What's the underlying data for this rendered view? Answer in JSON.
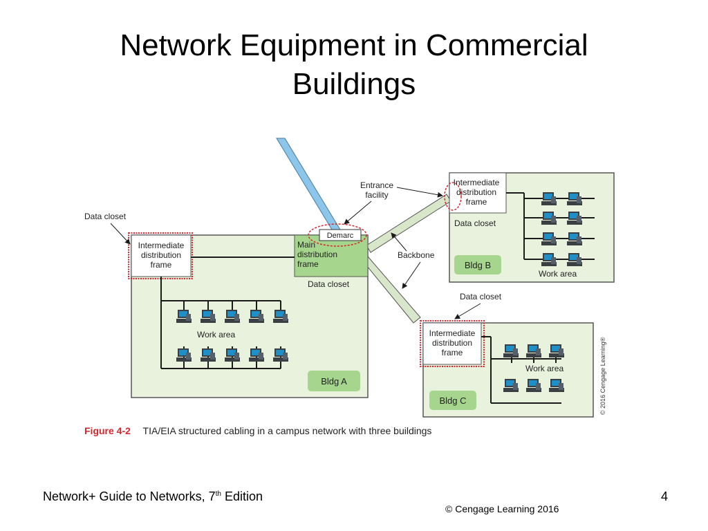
{
  "title": {
    "line1": "Network Equipment in Commercial",
    "line2": "Buildings"
  },
  "diagram": {
    "buildings": [
      {
        "name": "Bldg A"
      },
      {
        "name": "Bldg B"
      },
      {
        "name": "Bldg C"
      }
    ],
    "labels": {
      "data_closet": "Data closet",
      "idf_line1": "Intermediate",
      "idf_line2": "distribution",
      "idf_line3": "frame",
      "mdf_line1": "Main",
      "mdf_line2": "distribution",
      "mdf_line3": "frame",
      "demarc": "Demarc",
      "entrance_line1": "Entrance",
      "entrance_line2": "facility",
      "backbone": "Backbone",
      "work_area": "Work area"
    },
    "caption": {
      "figure_number": "Figure 4-2",
      "text": "TIA/EIA structured cabling in a campus network with three buildings"
    },
    "credit": "© 2016 Cengage Learning®",
    "colors": {
      "building_fill": "#e9f2dd",
      "mdf_fill": "#a6d68e",
      "tag_fill": "#a6d68e",
      "backbone_fill": "#d8e6c9",
      "fiber_fill": "#8cc6ea",
      "highlight": "#d9242b",
      "caption_accent": "#d9242b"
    },
    "icon": "workstation-icon"
  },
  "footer": {
    "book": "Network+ Guide to Networks, 7",
    "edition_sup": "th",
    "edition": " Edition",
    "page_number": "4",
    "copyright": "© Cengage Learning  2016"
  }
}
